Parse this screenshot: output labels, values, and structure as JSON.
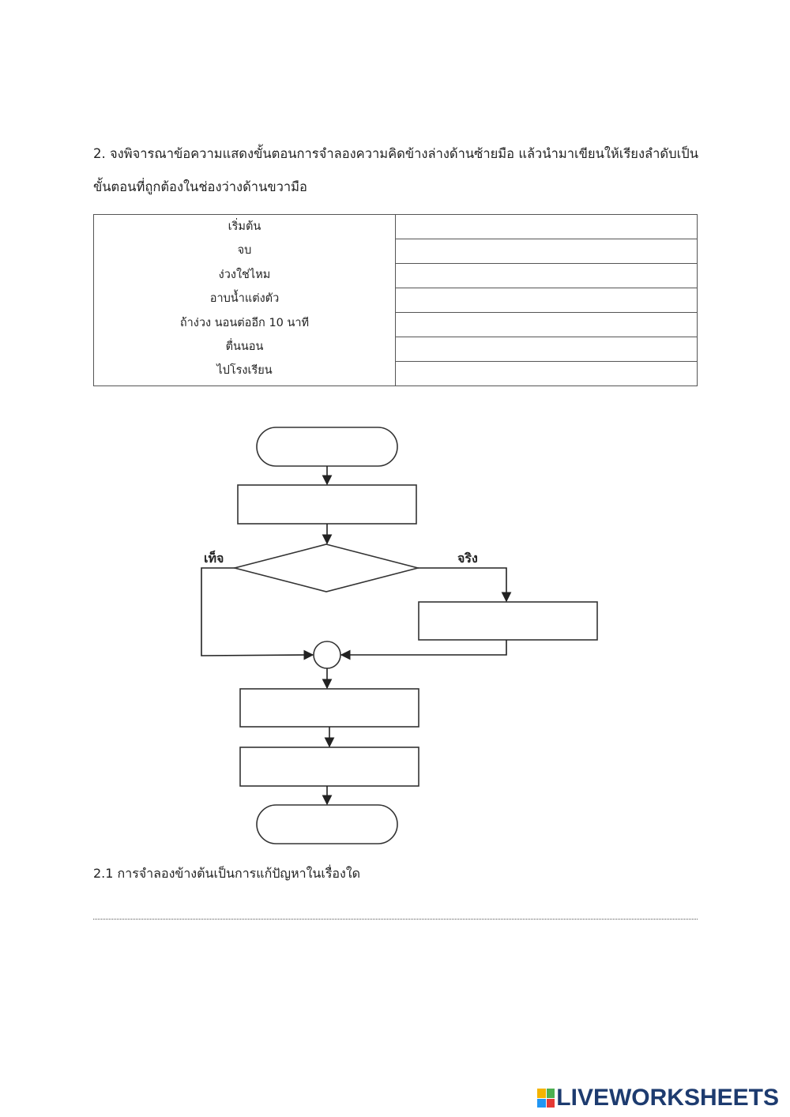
{
  "question": {
    "line1": "2. จงพิจารณาข้อความแสดงขั้นตอนการจำลองความคิดข้างล่างด้านซ้ายมือ แล้วนำมาเขียนให้เรียงลำดับเป็น",
    "line2": "ขั้นตอนที่ถูกต้องในช่องว่างด้านขวามือ"
  },
  "steps": [
    "เริ่มต้น",
    "จบ",
    "ง่วงใช่ไหม",
    "อาบน้ำแต่งตัว",
    "ถ้าง่วง นอนต่ออีก 10 นาที",
    "ตื่นนอน",
    "ไปโรงเรียน"
  ],
  "answers": [
    "",
    "",
    "",
    "",
    "",
    "",
    ""
  ],
  "flowchart": {
    "false_label": "เท็จ",
    "true_label": "จริง"
  },
  "sub_question": "2.1 การจำลองข้างต้นเป็นการแก้ปัญหาในเรื่องใด",
  "brand": {
    "name": "LIVEWORKSHEETS",
    "colors": [
      "#f4b400",
      "#4caf50",
      "#2196f3",
      "#e53935"
    ]
  }
}
